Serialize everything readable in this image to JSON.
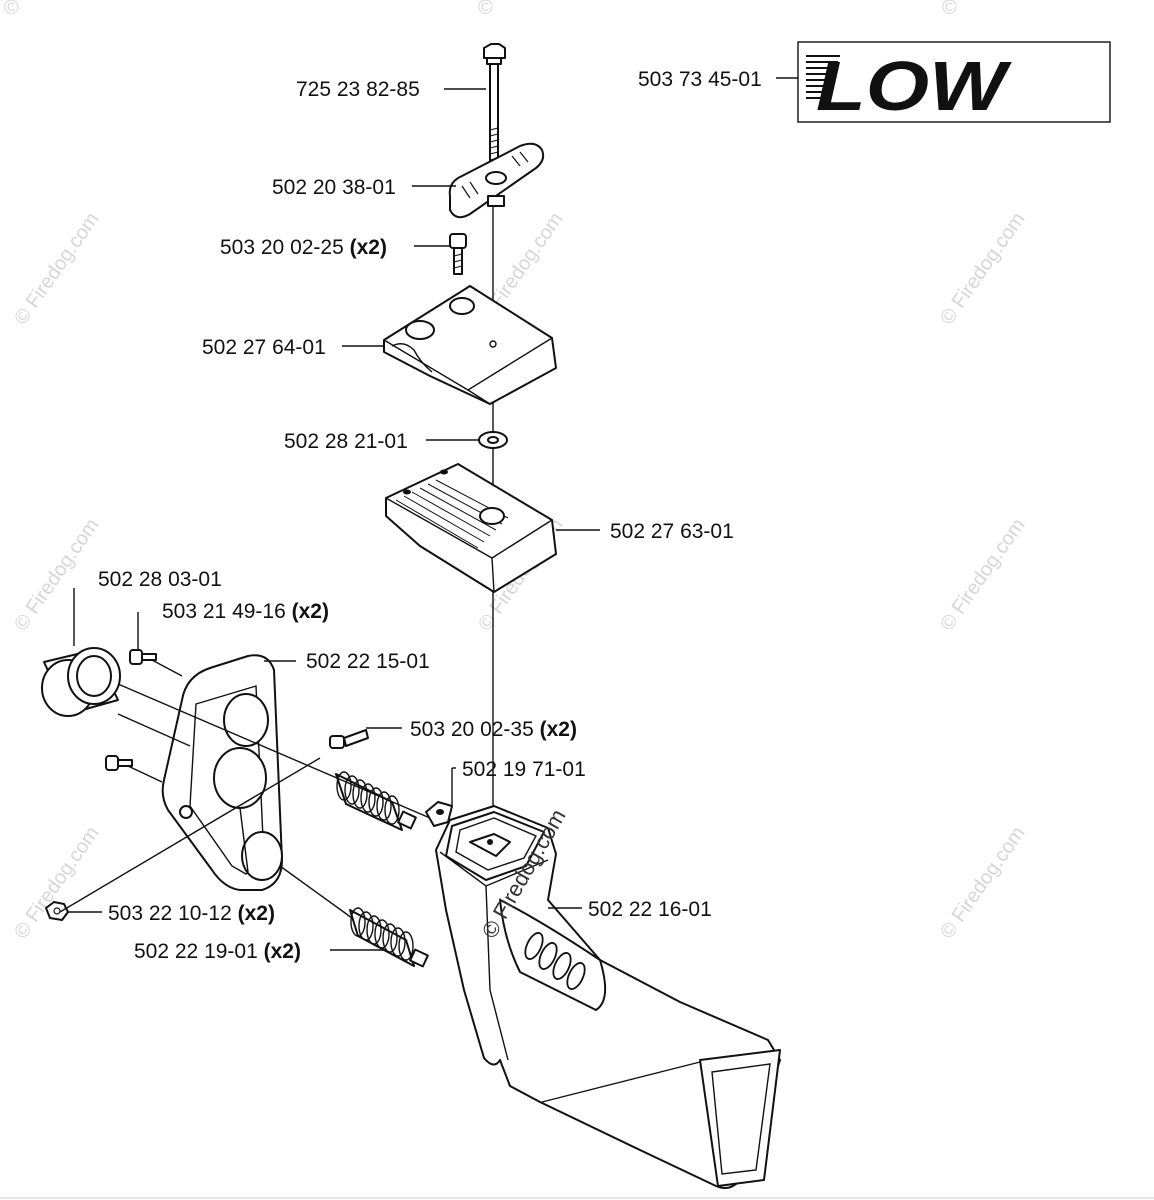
{
  "watermark": {
    "text": "© Firedog.com",
    "corner_mark": "©"
  },
  "model_box": {
    "part_number": "503 73 45-01",
    "logo_text": "LOW"
  },
  "callouts": [
    {
      "id": "c1",
      "part": "725 23 82-85",
      "qty": ""
    },
    {
      "id": "c2",
      "part": "502 20 38-01",
      "qty": ""
    },
    {
      "id": "c3",
      "part": "503 20 02-25",
      "qty": "(x2)"
    },
    {
      "id": "c4",
      "part": "502 27 64-01",
      "qty": ""
    },
    {
      "id": "c5",
      "part": "502 28 21-01",
      "qty": ""
    },
    {
      "id": "c6",
      "part": "502 27 63-01",
      "qty": ""
    },
    {
      "id": "c7",
      "part": "502 28 03-01",
      "qty": ""
    },
    {
      "id": "c8",
      "part": "503 21 49-16",
      "qty": "(x2)"
    },
    {
      "id": "c9",
      "part": "502 22 15-01",
      "qty": ""
    },
    {
      "id": "c10",
      "part": "503 20 02-35",
      "qty": "(x2)"
    },
    {
      "id": "c11",
      "part": "502 19 71-01",
      "qty": ""
    },
    {
      "id": "c12",
      "part": "502 22 16-01",
      "qty": ""
    },
    {
      "id": "c13",
      "part": "503 22 10-12",
      "qty": "(x2)"
    },
    {
      "id": "c14",
      "part": "502 22 19-01",
      "qty": "(x2)"
    }
  ]
}
